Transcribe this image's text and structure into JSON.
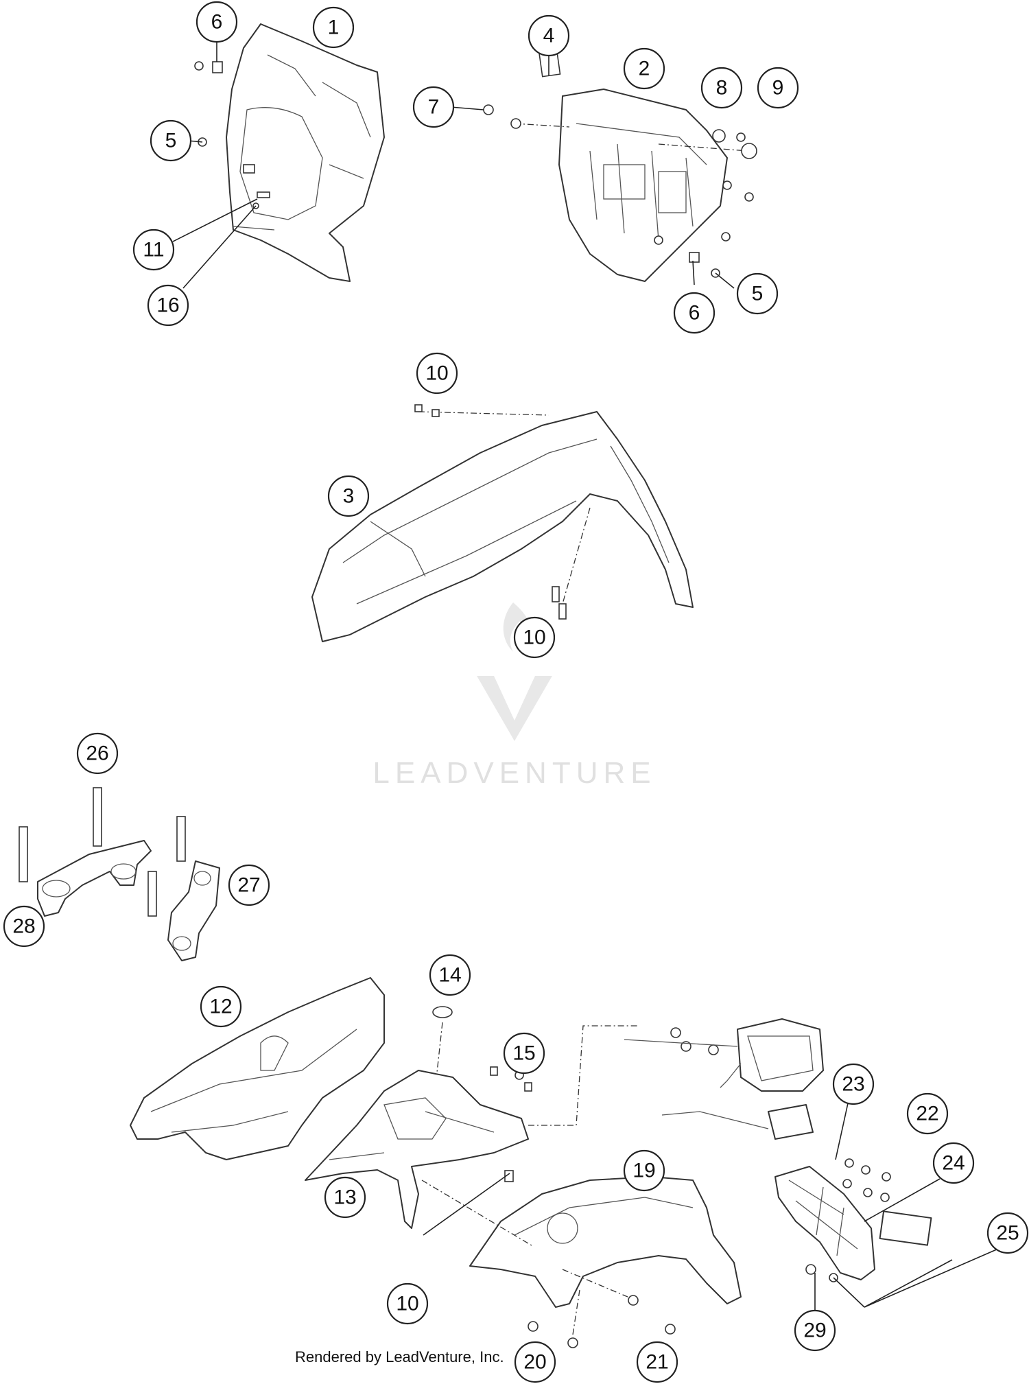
{
  "watermark": "LEADVENTURE",
  "footer": "Rendered by LeadVenture, Inc.",
  "callouts": [
    "1",
    "2",
    "3",
    "4",
    "5",
    "6",
    "7",
    "8",
    "9",
    "10",
    "11",
    "12",
    "13",
    "14",
    "15",
    "16",
    "19",
    "20",
    "21",
    "22",
    "23",
    "24",
    "25",
    "26",
    "27",
    "28",
    "29"
  ]
}
